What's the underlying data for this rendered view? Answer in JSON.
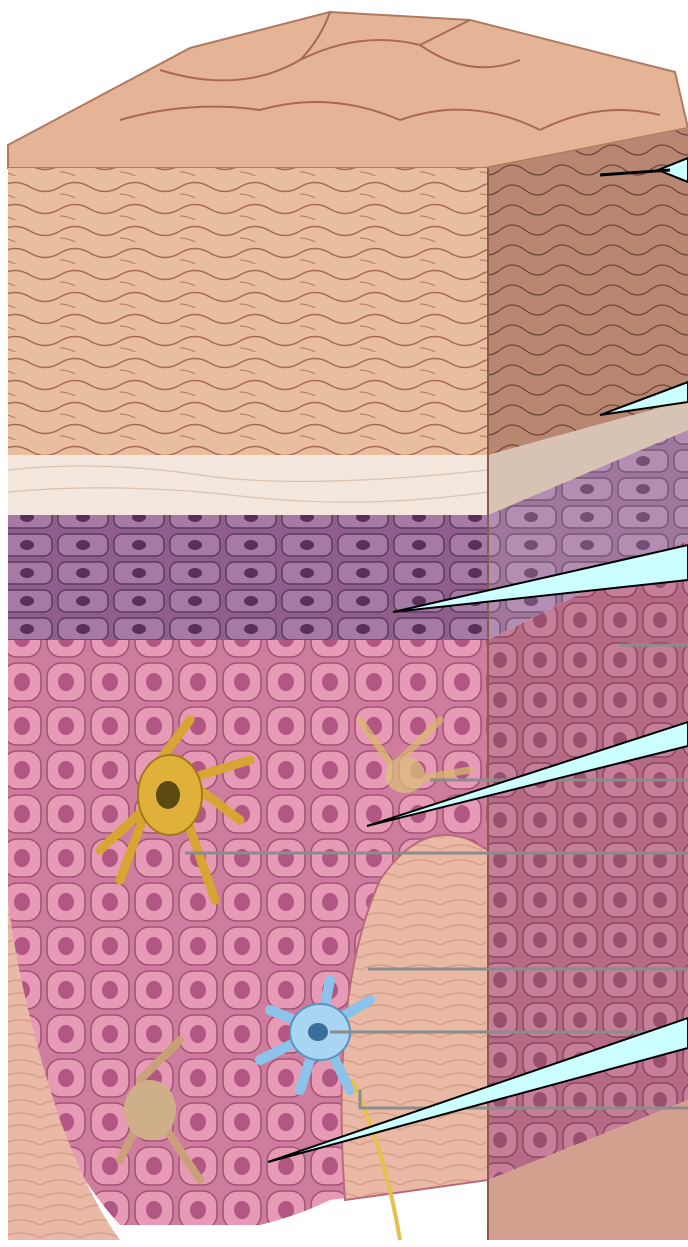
{
  "figure": {
    "subject": "epidermis-block-illustration",
    "layers": [
      {
        "id": "stratum-corneum",
        "color": "#e7b79c"
      },
      {
        "id": "stratum-lucidum",
        "color": "#f3e6dc"
      },
      {
        "id": "stratum-granulosum",
        "color": "#8a5b88"
      },
      {
        "id": "stratum-spinosum",
        "color": "#d98aa6"
      },
      {
        "id": "stratum-basale",
        "color": "#c86f93"
      },
      {
        "id": "dermis",
        "color": "#e8b7a3"
      }
    ],
    "cells": [
      {
        "id": "melanocyte",
        "color": "#d7a531"
      },
      {
        "id": "dendritic-cell",
        "color": "#9fd0f0"
      },
      {
        "id": "tactile-cell",
        "color": "#c9a07a"
      }
    ],
    "leader_count": 5,
    "label_box_color": "#ccffff",
    "labels": []
  }
}
